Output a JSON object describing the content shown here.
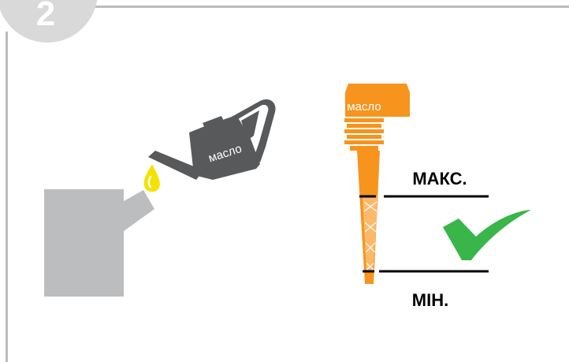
{
  "step": {
    "number": "2"
  },
  "oil_can": {
    "label": "масло"
  },
  "dipstick": {
    "cap_label": "масло",
    "max_label": "МАКС.",
    "min_label": "МІН.",
    "status": "ok"
  },
  "colors": {
    "frame": "#bcbcbe",
    "badge": "#d9d9da",
    "can": "#58595b",
    "oil_drop": "#f4e200",
    "engine": "#bcbdbf",
    "dipstick": "#f7941d",
    "check": "#39b54a",
    "line": "#000000"
  }
}
